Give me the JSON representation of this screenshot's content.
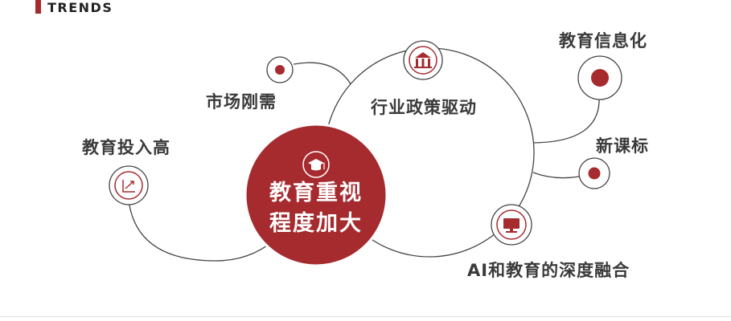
{
  "header": {
    "title": "TRENDS"
  },
  "center": {
    "line1": "教育重视",
    "line2": "程度加大",
    "icon": "graduation-cap-icon"
  },
  "nodes": {
    "education_informatization": {
      "label": "教育信息化"
    },
    "market_demand": {
      "label": "市场刚需"
    },
    "industry_policy": {
      "label": "行业政策驱动",
      "icon": "building-icon"
    },
    "education_investment": {
      "label": "教育投入高",
      "icon": "growth-chart-icon"
    },
    "new_curriculum": {
      "label": "新课标"
    },
    "ai_education": {
      "label": "AI和教育的深度融合",
      "icon": "monitor-icon"
    }
  },
  "colors": {
    "accent": "#a62b2f",
    "line": "#444444",
    "text": "#3a3a3a"
  }
}
